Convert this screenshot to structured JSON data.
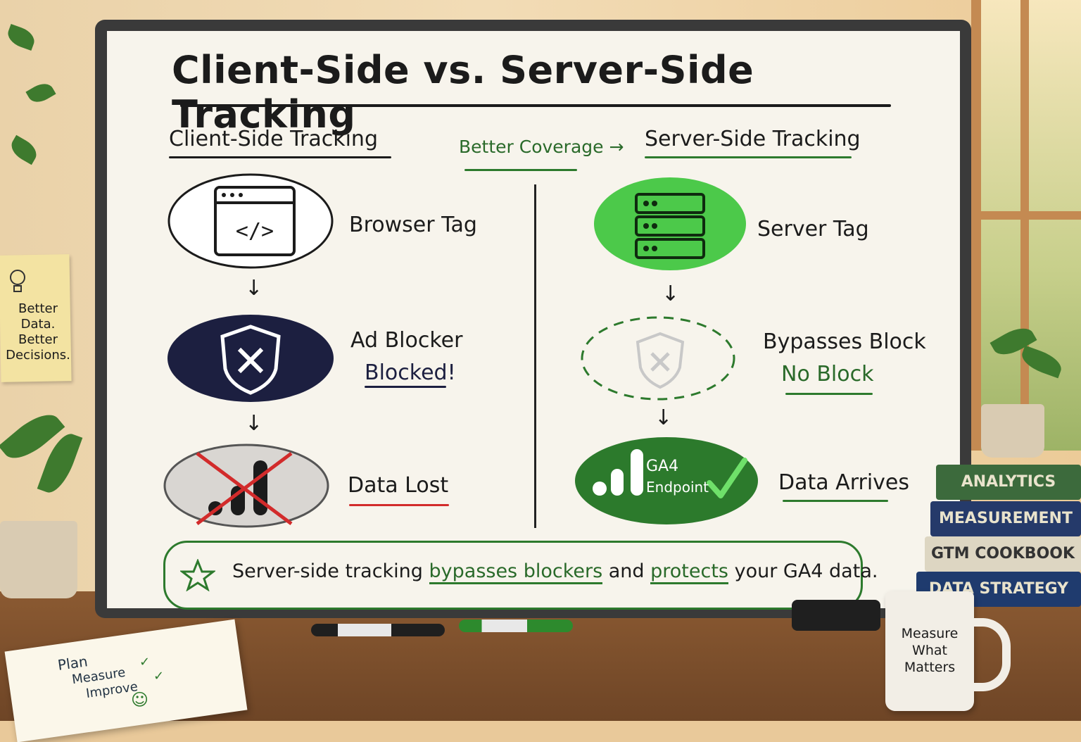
{
  "title": "Client-Side vs. Server-Side Tracking",
  "client": {
    "heading": "Client-Side Tracking",
    "steps": [
      "Browser Tag",
      "Ad Blocker",
      "Data Lost"
    ],
    "blocked": "Blocked!"
  },
  "middle": {
    "label": "Better Coverage"
  },
  "server": {
    "heading": "Server-Side Tracking",
    "steps": [
      "Server Tag",
      "Bypasses Block",
      "Data Arrives"
    ],
    "no_block": "No Block",
    "endpoint_line1": "GA4",
    "endpoint_line2": "Endpoint"
  },
  "banner": {
    "part1": "Server-side tracking ",
    "part2": "bypasses blockers",
    "part3": " and ",
    "part4": "protects",
    "part5": " your GA4 data."
  },
  "sticky_note": [
    "Better",
    "Data.",
    "Better",
    "Decisions."
  ],
  "books": [
    "ANALYTICS",
    "MEASUREMENT",
    "GTM COOKBOOK",
    "DATA STRATEGY"
  ],
  "mug": [
    "Measure",
    "What",
    "Matters"
  ],
  "notebook": [
    "Plan",
    "Measure",
    "Improve"
  ],
  "colors": {
    "green": "#2d7a2d",
    "light_green": "#4cc94a",
    "navy": "#1c1f40",
    "red": "#d22b2b"
  }
}
